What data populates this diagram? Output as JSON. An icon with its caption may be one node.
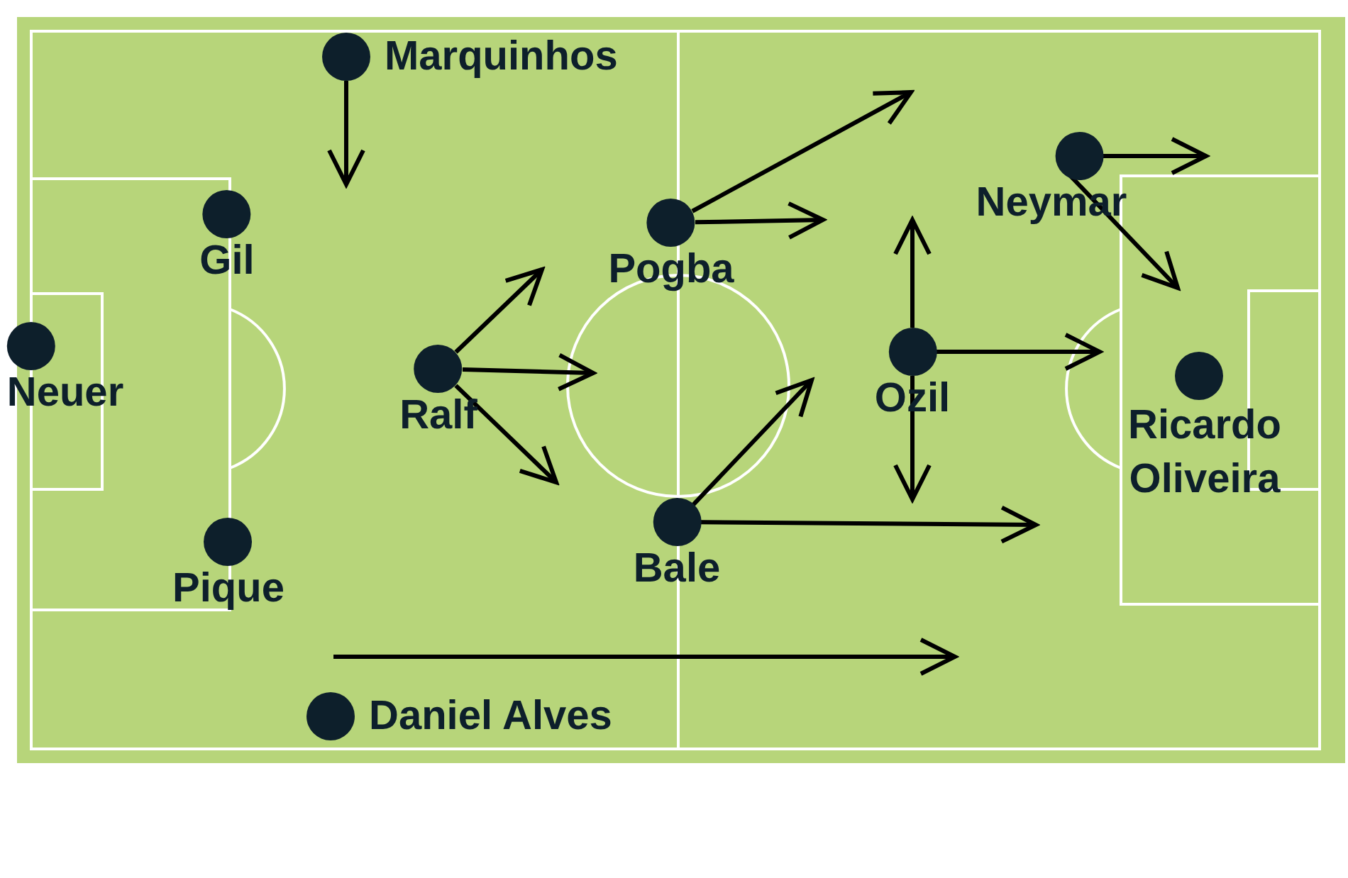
{
  "diagram": {
    "nodes": [
      {
        "text": [
          "Marquinhos"
        ]
      },
      {
        "text": [
          "Gil"
        ]
      },
      {
        "text": [
          "Neuer"
        ]
      },
      {
        "text": [
          "Ralf"
        ]
      },
      {
        "text": [
          "Pogba"
        ]
      },
      {
        "text": [
          "Pique"
        ]
      },
      {
        "text": [
          "Bale"
        ]
      },
      {
        "text": [
          "Daniel Alves"
        ]
      },
      {
        "text": [
          "Neymar"
        ]
      },
      {
        "text": [
          "Ozil"
        ]
      },
      {
        "text": [
          "Ricardo Oliveira"
        ]
      }
    ],
    "edges": [
      {
        "from": 0,
        "to": null,
        "arrow": "to"
      },
      {
        "from": 3,
        "to": null,
        "arrow": "to"
      },
      {
        "from": 3,
        "to": null,
        "arrow": "to"
      },
      {
        "from": 3,
        "to": null,
        "arrow": "to"
      },
      {
        "from": 4,
        "to": null,
        "arrow": "to"
      },
      {
        "from": 4,
        "to": null,
        "arrow": "to"
      },
      {
        "from": 6,
        "to": null,
        "arrow": "to"
      },
      {
        "from": 6,
        "to": null,
        "arrow": "to"
      },
      {
        "from": 7,
        "to": null,
        "arrow": "to"
      },
      {
        "from": 9,
        "to": null,
        "arrow": "to"
      },
      {
        "from": 9,
        "to": null,
        "arrow": "to"
      },
      {
        "from": 9,
        "to": null,
        "arrow": "to"
      },
      {
        "from": 8,
        "to": null,
        "arrow": "to"
      },
      {
        "from": 8,
        "to": null,
        "arrow": "to"
      }
    ]
  }
}
